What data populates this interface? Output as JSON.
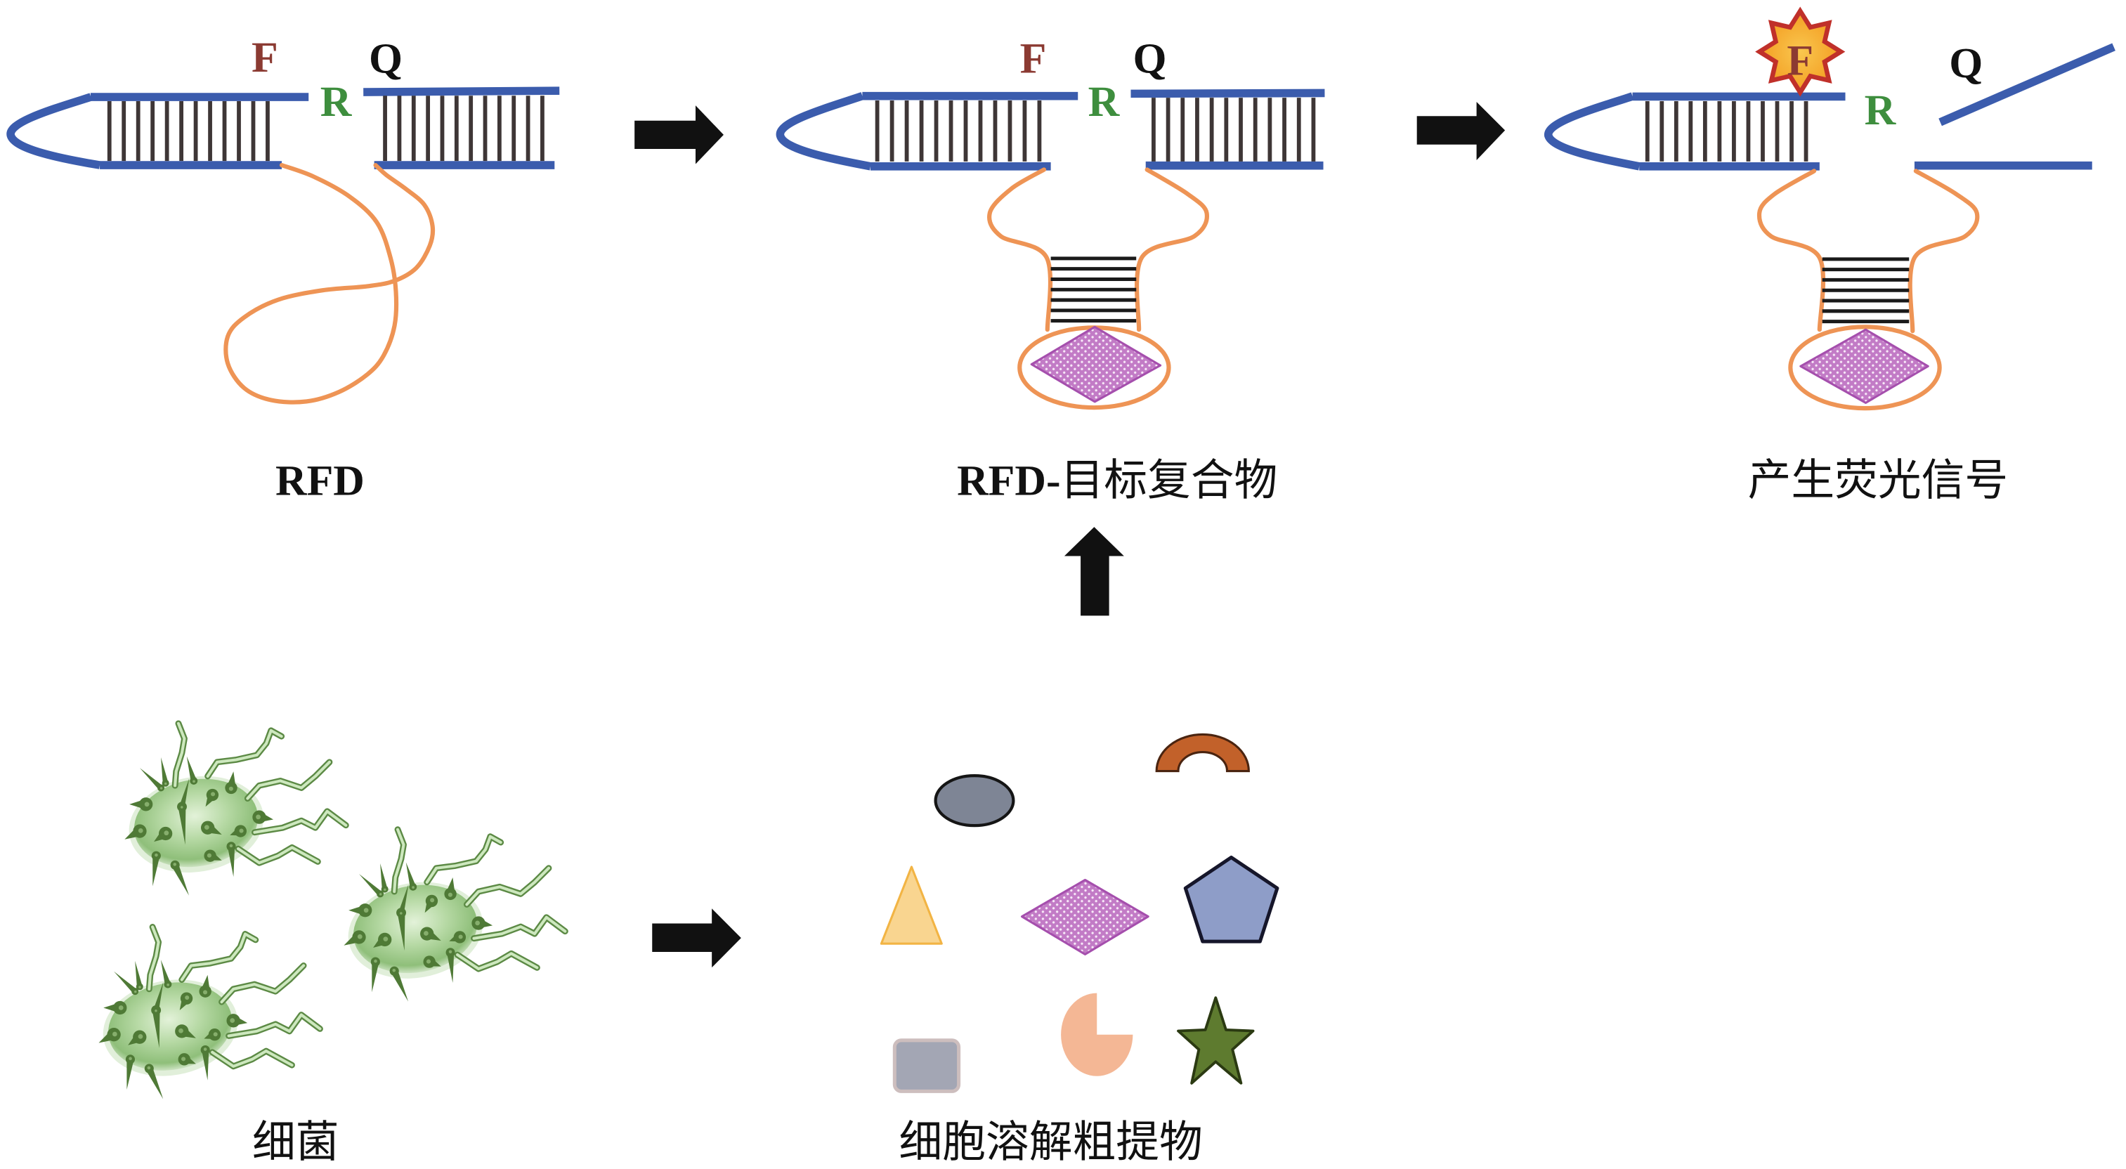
{
  "figure": {
    "panels": {
      "rfd_probe": {
        "caption": "RFD",
        "fluorophore": "F",
        "ribozyme": "R",
        "quencher": "Q"
      },
      "rfd_target_complex": {
        "caption_parts": [
          "RFD-",
          "目标复合物"
        ],
        "fluorophore": "F",
        "ribozyme": "R",
        "quencher": "Q"
      },
      "fluorescence_signal": {
        "caption": "产生荧光信号",
        "fluorophore": "F",
        "ribozyme": "R",
        "quencher": "Q"
      },
      "bacteria": {
        "caption": "细菌",
        "count": 3
      },
      "crude_lysate": {
        "caption": "细胞溶解粗提物",
        "components": [
          {
            "shape": "ellipse",
            "color": "#7E8595"
          },
          {
            "shape": "arc",
            "color": "#C2612A"
          },
          {
            "shape": "triangle",
            "color": "#F9D590"
          },
          {
            "shape": "diamond",
            "color": "#C27BC6",
            "is_target": true
          },
          {
            "shape": "pentagon",
            "color": "#8E9DC8"
          },
          {
            "shape": "rounded-square",
            "color": "#A3A6B4"
          },
          {
            "shape": "pie",
            "color": "#F4B795"
          },
          {
            "shape": "star",
            "color": "#5E7B2F"
          }
        ]
      }
    },
    "flow": [
      {
        "from": "rfd_probe",
        "to": "rfd_target_complex",
        "direction": "right"
      },
      {
        "from": "rfd_target_complex",
        "to": "fluorescence_signal",
        "direction": "right"
      },
      {
        "from": "crude_lysate",
        "to": "rfd_target_complex",
        "direction": "up"
      },
      {
        "from": "bacteria",
        "to": "crude_lysate",
        "direction": "right"
      }
    ]
  },
  "colors": {
    "dna_strand": "#3B5CAD",
    "base_pair": "#3E3636",
    "stem_pair": "#1A1A1A",
    "linker": "#EE9455",
    "fluorophore_text": "#8B3A32",
    "ribozyme_text": "#3E8E3E",
    "quencher_text": "#111111",
    "star_fill": "#F6AE2D",
    "star_stroke": "#C0302A",
    "target_fill": "#C27BC6",
    "target_stroke": "#A54FAD",
    "arrow": "#111111",
    "label_text": "#111111",
    "bacteria_body": "#A9D196",
    "bacteria_spike": "#4F7A36",
    "flagellum": "#CDE8BE",
    "flagellum_outline": "#5C8A45"
  }
}
